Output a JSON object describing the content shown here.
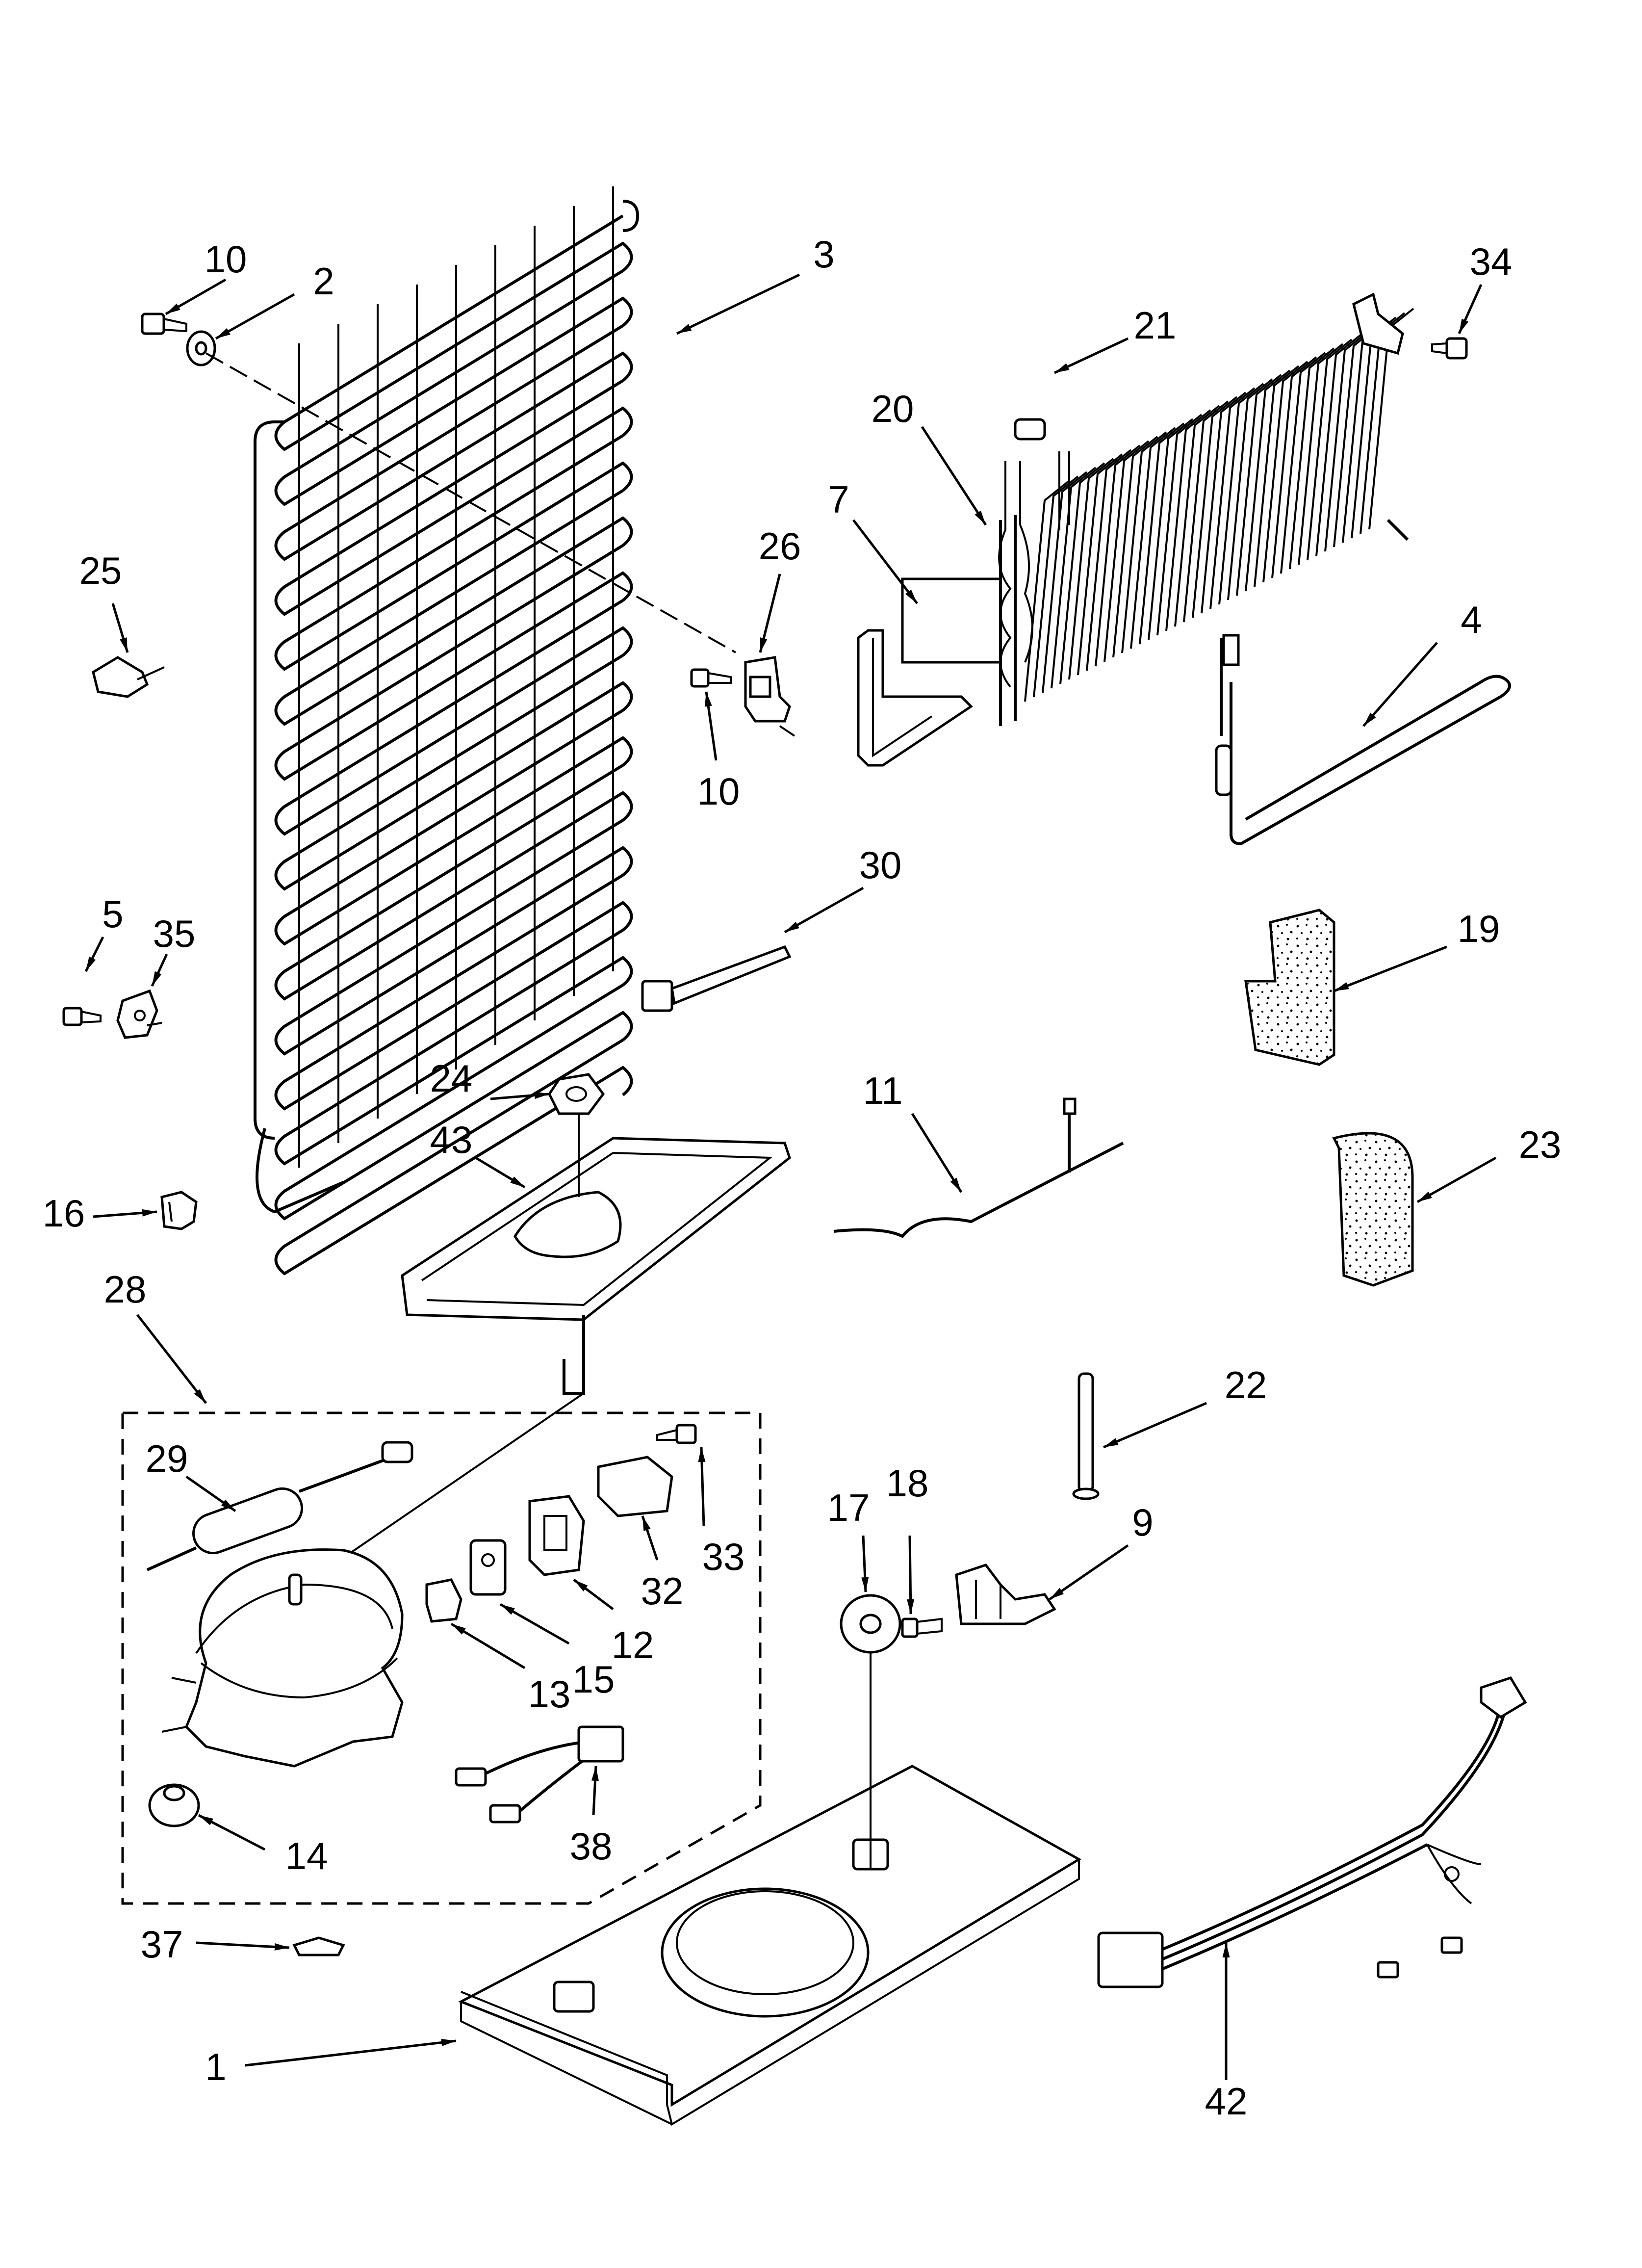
{
  "diagram": {
    "callouts": [
      {
        "id": "c1",
        "label": "1"
      },
      {
        "id": "c2",
        "label": "2"
      },
      {
        "id": "c3",
        "label": "3"
      },
      {
        "id": "c4",
        "label": "4"
      },
      {
        "id": "c5",
        "label": "5"
      },
      {
        "id": "c7",
        "label": "7"
      },
      {
        "id": "c9",
        "label": "9"
      },
      {
        "id": "c10a",
        "label": "10"
      },
      {
        "id": "c10b",
        "label": "10"
      },
      {
        "id": "c11",
        "label": "11"
      },
      {
        "id": "c12",
        "label": "12"
      },
      {
        "id": "c13",
        "label": "13"
      },
      {
        "id": "c14",
        "label": "14"
      },
      {
        "id": "c15",
        "label": "15"
      },
      {
        "id": "c16",
        "label": "16"
      },
      {
        "id": "c17",
        "label": "17"
      },
      {
        "id": "c18",
        "label": "18"
      },
      {
        "id": "c19",
        "label": "19"
      },
      {
        "id": "c20",
        "label": "20"
      },
      {
        "id": "c21",
        "label": "21"
      },
      {
        "id": "c22",
        "label": "22"
      },
      {
        "id": "c23",
        "label": "23"
      },
      {
        "id": "c24",
        "label": "24"
      },
      {
        "id": "c25",
        "label": "25"
      },
      {
        "id": "c26",
        "label": "26"
      },
      {
        "id": "c28",
        "label": "28"
      },
      {
        "id": "c29",
        "label": "29"
      },
      {
        "id": "c30",
        "label": "30"
      },
      {
        "id": "c32",
        "label": "32"
      },
      {
        "id": "c33",
        "label": "33"
      },
      {
        "id": "c34",
        "label": "34"
      },
      {
        "id": "c35",
        "label": "35"
      },
      {
        "id": "c37",
        "label": "37"
      },
      {
        "id": "c38",
        "label": "38"
      },
      {
        "id": "c42",
        "label": "42"
      },
      {
        "id": "c43",
        "label": "43"
      }
    ]
  }
}
